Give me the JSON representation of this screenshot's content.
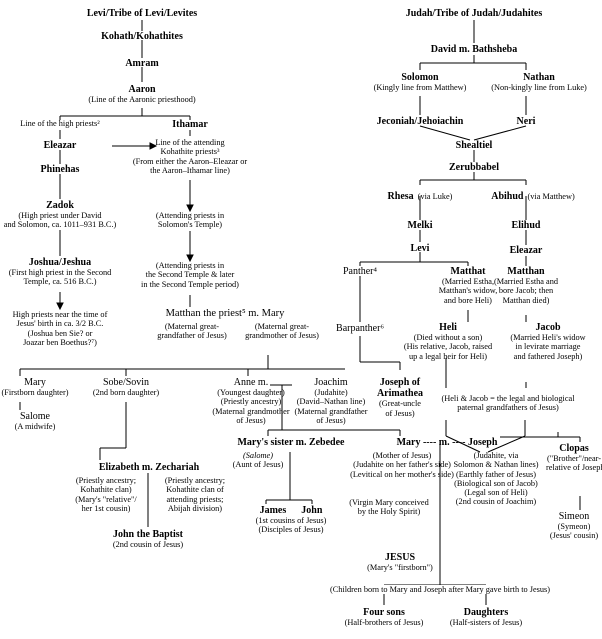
{
  "levi": {
    "tribe": "Levi/Tribe of Levi/Levites",
    "kohath": "Kohath/Kohathites",
    "amram": "Amram",
    "aaron": "Aaron",
    "aaron_note": "(Line of the Aaronic priesthood)",
    "high_priests_line": "Line of the high priests²",
    "ithamar": "Ithamar",
    "eleazar": "Eleazar",
    "attending_line_1": "Line of the attending",
    "attending_line_2": "Kohathite priests³",
    "attending_line_3": "(From either the Aaron–Eleazar or",
    "attending_line_4": "the Aaron–Ithamar line)",
    "phinehas": "Phinehas",
    "zadok": "Zadok",
    "zadok_note_1": "(High priest under David",
    "zadok_note_2": "and Solomon, ca. 1011–931 B.C.)",
    "solomon_temple_1": "(Attending priests in",
    "solomon_temple_2": "Solomon's Temple)",
    "joshua": "Joshua/Jeshua",
    "joshua_note_1": "(First high priest in the Second",
    "joshua_note_2": "Temple, ca. 516 B.C.)",
    "second_temple_1": "(Attending priests in",
    "second_temple_2": "the Second Temple & later",
    "second_temple_3": "in the Second Temple period)",
    "high_priests_near_1": "High priests near the time of",
    "high_priests_near_2": "Jesus' birth in ca. 3/2 B.C.",
    "high_priests_near_3": "(Joshua ben Sie? or",
    "high_priests_near_4": "Joazar ben Boethus?⁷)",
    "matthan_priest": "Matthan the priest⁵ m. Mary",
    "matthan_priest_note_1": "(Maternal great-",
    "matthan_priest_note_2": "grandfather of Jesus)",
    "mary_elder_note_1": "(Maternal great-",
    "mary_elder_note_2": "grandmother of Jesus)"
  },
  "judah": {
    "tribe": "Judah/Tribe of Judah/Judahites",
    "david": "David m. Bathsheba",
    "solomon": "Solomon",
    "solomon_note": "(Kingly line from Matthew)",
    "nathan": "Nathan",
    "nathan_note": "(Non-kingly line from Luke)",
    "jeconiah": "Jeconiah/Jehoiachin",
    "neri": "Neri",
    "shealtiel": "Shealtiel",
    "zerubbabel": "Zerubbabel",
    "rhesa": "Rhesa",
    "rhesa_via": "(via Luke)",
    "abihud": "Abihud",
    "abihud_via": "(via Matthew)",
    "melki": "Melki",
    "elihud": "Elihud",
    "levi": "Levi",
    "eleazar": "Eleazar",
    "panther": "Panther⁴",
    "matthat": "Matthat",
    "matthat_note_1": "(Married Estha,",
    "matthat_note_2": "Matthan's widow,",
    "matthat_note_3": "and bore Heli)",
    "matthan": "Matthan",
    "matthan_note_1": "(Married Estha and",
    "matthan_note_2": "bore Jacob; then",
    "matthan_note_3": "Matthan died)",
    "barpanther": "Barpanther⁶",
    "heli": "Heli",
    "heli_note_1": "(Died without a son)",
    "heli_note_2": "(His relative, Jacob, raised",
    "heli_note_3": "up a legal heir for Heli)",
    "jacob": "Jacob",
    "jacob_note_1": "(Married Heli's widow",
    "jacob_note_2": "in levirate marriage",
    "jacob_note_3": "and fathered Joseph)",
    "grandfathers_1": "(Heli & Jacob = the legal and biological",
    "grandfathers_2": "paternal grandfathers of Jesus)"
  },
  "family": {
    "mary_first": "Mary",
    "mary_first_note": "(Firstborn daughter)",
    "salome": "Salome",
    "salome_note": "(A midwife)",
    "sobe": "Sobe/Sovin",
    "sobe_note": "(2nd born daughter)",
    "anne": "Anne m.",
    "anne_note_1": "(Youngest daughter)",
    "anne_note_2": "(Priestly ancestry)",
    "anne_note_3": "(Maternal grandmother",
    "anne_note_4": "of Jesus)",
    "joachim": "Joachim",
    "joachim_note_1": "(Judahite)",
    "joachim_note_2": "(David–Nathan line)",
    "joachim_note_3": "(Maternal grandfather",
    "joachim_note_4": "of Jesus)",
    "joseph_arimathea_1": "Joseph of",
    "joseph_arimathea_2": "Arimathea",
    "joseph_arimathea_note_1": "(Great-uncle",
    "joseph_arimathea_note_2": "of Jesus)",
    "elizabeth": "Elizabeth m. Zechariah",
    "elizabeth_note_1": "(Priestly ancestry;",
    "elizabeth_note_2": "Kohathite clan)",
    "elizabeth_note_3": "(Mary's \"relative\"/",
    "elizabeth_note_4": "her 1st cousin)",
    "zechariah_note_1": "(Priestly ancestry;",
    "zechariah_note_2": "Kohathite clan of",
    "zechariah_note_3": "attending priests;",
    "zechariah_note_4": "Abijah division)",
    "john_baptist": "John the Baptist",
    "john_baptist_note": "(2nd cousin of Jesus)",
    "marys_sister": "Mary's sister m. Zebedee",
    "marys_sister_note_1": "(Salome)",
    "marys_sister_note_2": "(Aunt of Jesus)",
    "james_john": "James      John",
    "james_john_note_1": "(1st cousins of Jesus)",
    "james_john_note_2": "(Disciples of Jesus)",
    "mary": "Mary ---- m. ---- Joseph",
    "mary_note_1": "(Mother of Jesus)",
    "mary_note_2": "(Judahite on her father's side)",
    "mary_note_3": "(Levitical on her mother's side)",
    "mary_note_4": "(Virgin Mary conceived",
    "mary_note_5": "by the Holy Spirit)",
    "joseph_note_1": "(Judahite, via",
    "joseph_note_2": "Solomon & Nathan lines)",
    "joseph_note_3": "(Earthly father of Jesus)",
    "joseph_note_4": "(Biological son of Jacob)",
    "joseph_note_5": "(Legal son of Heli)",
    "joseph_note_6": "(2nd cousin of Joachim)",
    "clopas": "Clopas",
    "clopas_note_1": "(\"Brother\"/near-",
    "clopas_note_2": "relative of Joseph)",
    "simeon": "Simeon",
    "simeon_note_1": "(Symeon)",
    "simeon_note_2": "(Jesus' cousin)",
    "jesus": "JESUS",
    "jesus_note": "(Mary's \"firstborn\")",
    "children_born": "(Children born to Mary and Joseph after Mary gave birth to Jesus)",
    "four_sons": "Four sons",
    "four_sons_note": "(Half-brothers of Jesus)",
    "daughters": "Daughters",
    "daughters_note": "(Half-sisters of Jesus)"
  }
}
